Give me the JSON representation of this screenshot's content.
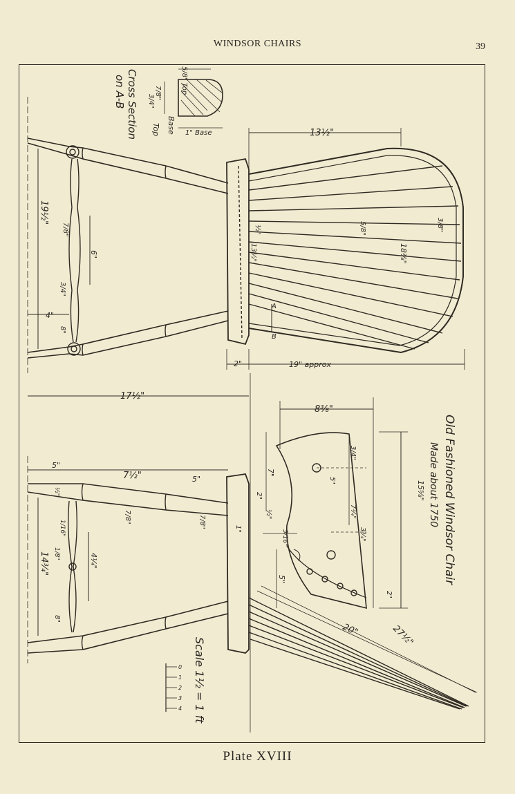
{
  "page": {
    "running_head": "WINDSOR CHAIRS",
    "page_number": "39",
    "caption": "Plate XVIII"
  },
  "diagram": {
    "title_line1": "Old Fashioned Windsor Chair",
    "title_line2": "Made about 1750",
    "scale_label": "Scale 1½ = 1 ft",
    "scale_ticks": [
      "0",
      "1",
      "2",
      "3",
      "4"
    ],
    "cross_section": {
      "label_line1": "Cross Section",
      "label_line2": "on A-B",
      "top_dim": "5/8\" Top",
      "height_dim": "7/8\"",
      "side_dim": "3/4\"",
      "top_label": "Top",
      "base_label": "Base",
      "base_dim": "1\" Base"
    },
    "dims": {
      "back_width_top": "13½\"",
      "back_height": "18⅜\"",
      "spindle_5_8": "5/8\"",
      "spindle_3_8": "3/8\"",
      "front_1_2": "½\"",
      "front_13_1_2": "13½\"",
      "seat_thickness": "2\"",
      "overall_front": "19\" approx",
      "total_height_front": "19½\"",
      "leg_7_8": "7/8\"",
      "stretcher_6": "6\"",
      "stretcher_3_4": "3/4\"",
      "bottom_4": "4\"",
      "bottom_8": "8\"",
      "mid_17_1_2": "17½\"",
      "label_A": "A",
      "label_B": "B",
      "seat_width": "8⅜\"",
      "seat_depth": "15⅝\"",
      "seat_3_4": "3/4\"",
      "seat_5": "5\"",
      "seat_7_3_4": "7¾\"",
      "seat_3_3_4": "3¾\"",
      "seat_7": "7\"",
      "seat_2_top": "2\"",
      "seat_1_2": "½\"",
      "seat_5_16": "5/16\"",
      "seat_5_lower": "5\"",
      "seat_2_lower": "2\"",
      "side_5_left": "5\"",
      "side_7_1_2": "7½\"",
      "side_5_right": "5\"",
      "side_1_2": "½\"",
      "side_7_8_a": "7/8\"",
      "side_7_8_b": "7/8\"",
      "side_1_in": "1\"",
      "side_1_16": "1/16\"",
      "side_1_8": "1/8\"",
      "side_14_3_4": "14¾\"",
      "side_4_1_4": "4¼\"",
      "side_8_bottom": "8\"",
      "back_20": "20\"",
      "back_27_1_2": "27½\""
    }
  }
}
